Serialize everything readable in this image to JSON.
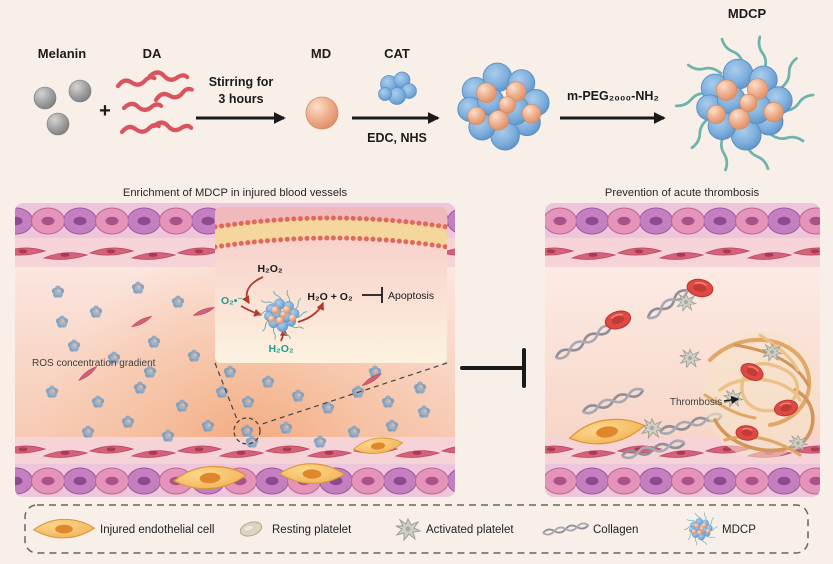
{
  "colors": {
    "background": "#f8efe9",
    "accent_blue": "#7fafdd",
    "accent_peach": "#efae8c",
    "accent_teal": "#6fb3ab",
    "da_red": "#d8545e",
    "arrow_black": "#1a1a1a",
    "red_arrow": "#b03a2e"
  },
  "synthesis": {
    "melanin": "Melanin",
    "plus": "+",
    "da": "DA",
    "step1_line1": "Stirring for",
    "step1_line2": "3 hours",
    "md": "MD",
    "cat": "CAT",
    "step2": "EDC, NHS",
    "peg": "m-PEG₂₀₀₀-NH₂",
    "mdcp": "MDCP"
  },
  "left_panel": {
    "title": "Enrichment of MDCP in injured blood vessels",
    "ros_label": "ROS concentration gradient",
    "inset": {
      "h2o2_top": "H₂O₂",
      "superoxide": "O₂•⁻",
      "products": "H₂O + O₂",
      "apoptosis": "Apoptosis",
      "h2o2_bottom": "H₂O₂"
    }
  },
  "right_panel": {
    "title": "Prevention of acute thrombosis",
    "thrombosis_label": "Thrombosis"
  },
  "legend": {
    "items": [
      {
        "icon": "injured-endothelial-cell-icon",
        "label": "Injured endothelial cell"
      },
      {
        "icon": "resting-platelet-icon",
        "label": "Resting platelet"
      },
      {
        "icon": "activated-platelet-icon",
        "label": "Activated platelet"
      },
      {
        "icon": "collagen-icon",
        "label": "Collagen"
      },
      {
        "icon": "mdcp-icon",
        "label": "MDCP"
      }
    ]
  }
}
